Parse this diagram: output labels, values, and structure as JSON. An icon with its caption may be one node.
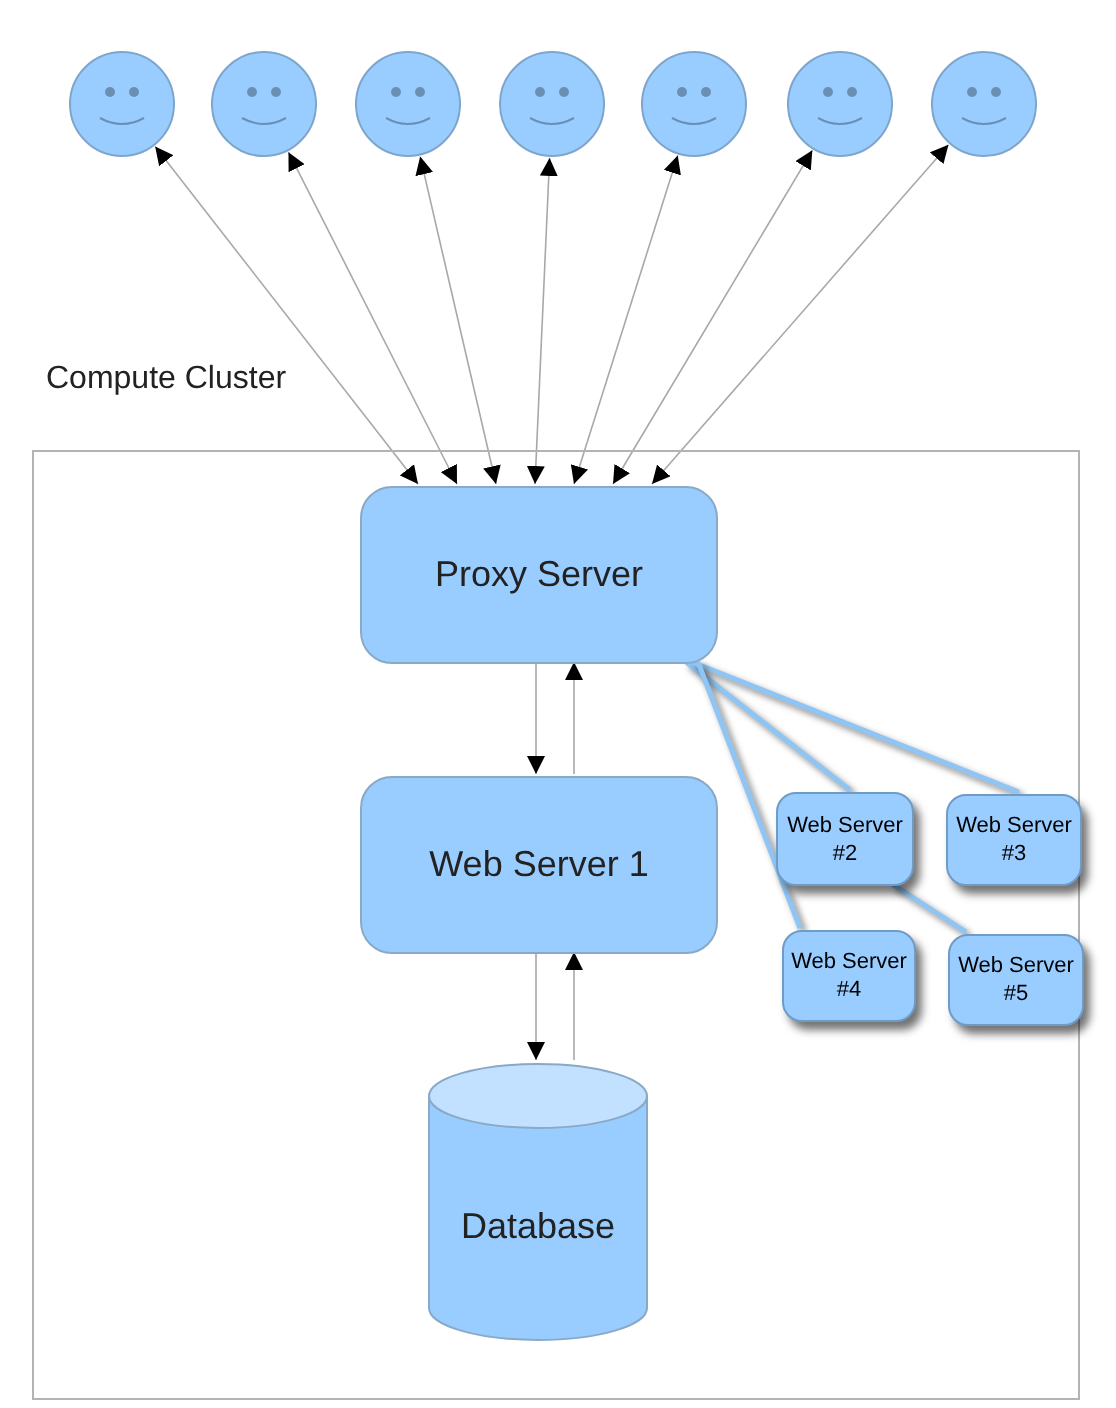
{
  "diagram": {
    "nodes": [
      {
        "text": [],
        "shape": "circle"
      },
      {
        "text": [],
        "shape": "circle"
      },
      {
        "text": [],
        "shape": "circle"
      },
      {
        "text": [],
        "shape": "circle"
      },
      {
        "text": [],
        "shape": "circle"
      },
      {
        "text": [],
        "shape": "circle"
      },
      {
        "text": [],
        "shape": "circle"
      },
      {
        "text": [
          "Compute Cluster"
        ]
      },
      {
        "text": [
          "Proxy Server"
        ],
        "in": 7
      },
      {
        "text": [
          "Web Server 1"
        ],
        "in": 7
      },
      {
        "text": [
          "Database"
        ],
        "in": 7
      },
      {
        "text": [
          "Web Server #2"
        ],
        "in": 7
      },
      {
        "text": [
          "Web Server #3"
        ],
        "in": 7
      },
      {
        "text": [
          "Web Server #4"
        ],
        "in": 7
      },
      {
        "text": [
          "Web Server #5"
        ],
        "in": 7
      }
    ],
    "edges": [
      {
        "from": 0,
        "to": 8,
        "arrow": "both"
      },
      {
        "from": 1,
        "to": 8,
        "arrow": "both"
      },
      {
        "from": 2,
        "to": 8,
        "arrow": "both"
      },
      {
        "from": 3,
        "to": 8,
        "arrow": "both"
      },
      {
        "from": 4,
        "to": 8,
        "arrow": "both"
      },
      {
        "from": 5,
        "to": 8,
        "arrow": "both"
      },
      {
        "from": 6,
        "to": 8,
        "arrow": "both"
      },
      {
        "from": 8,
        "to": 9,
        "arrow": "to"
      },
      {
        "from": 9,
        "to": 8,
        "arrow": "to"
      },
      {
        "from": 9,
        "to": 10,
        "arrow": "to"
      },
      {
        "from": 10,
        "to": 9,
        "arrow": "to"
      },
      {
        "from": 8,
        "to": 11,
        "arrow": "none",
        "style": "thick",
        "color": "#8ec5f5"
      },
      {
        "from": 8,
        "to": 12,
        "arrow": "none",
        "style": "thick",
        "color": "#8ec5f5"
      },
      {
        "from": 8,
        "to": 13,
        "arrow": "none",
        "style": "thick",
        "color": "#8ec5f5"
      },
      {
        "from": 11,
        "to": 14,
        "arrow": "none",
        "style": "thick",
        "color": "#8ec5f5"
      }
    ]
  }
}
